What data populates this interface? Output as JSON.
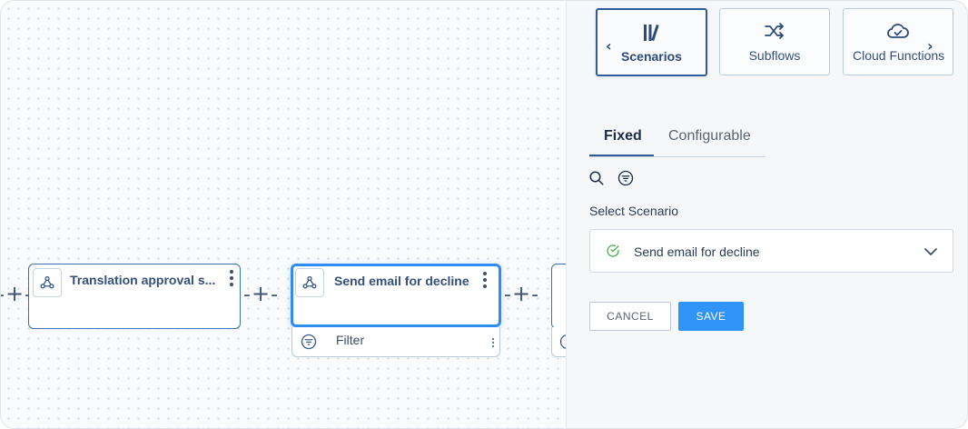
{
  "canvas": {
    "nodes": [
      {
        "title": "Translation approval s...",
        "icon": "webhook-icon",
        "selected": false
      },
      {
        "title": "Send email for decline",
        "icon": "webhook-icon",
        "selected": true,
        "filter_label": "Filter"
      }
    ],
    "connector_glyph": "+"
  },
  "panel": {
    "categories": [
      {
        "label": "Scenarios",
        "icon": "library-icon",
        "active": true
      },
      {
        "label": "Subflows",
        "icon": "shuffle-icon",
        "active": false
      },
      {
        "label": "Cloud Functions",
        "icon": "cloud-check-icon",
        "active": false
      }
    ],
    "tabs": [
      {
        "label": "Fixed",
        "active": true
      },
      {
        "label": "Configurable",
        "active": false
      }
    ],
    "field_label": "Select Scenario",
    "selected_scenario": "Send email for decline",
    "buttons": {
      "cancel": "CANCEL",
      "save": "SAVE"
    }
  },
  "colors": {
    "accent": "#2f94f5",
    "node_border": "#3f6fb3",
    "selected_border": "#2f8cf0",
    "status_ok": "#4caf50"
  }
}
